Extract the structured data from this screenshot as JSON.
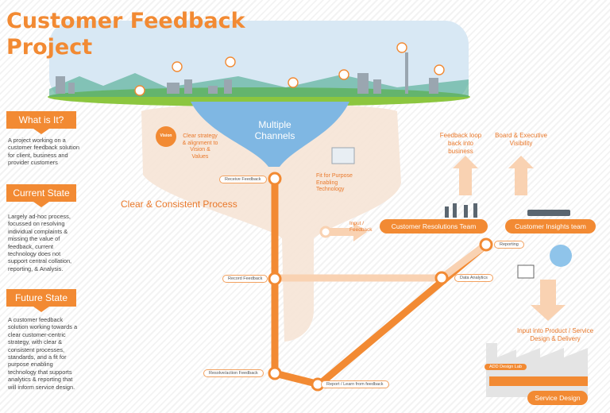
{
  "title": {
    "line1": "Customer Feedback",
    "line2": "Project"
  },
  "left": {
    "what": {
      "heading": "What is It?",
      "text": "A project working on a customer feedback solution for client, business and provider customers"
    },
    "current": {
      "heading": "Current State",
      "text": "Largely ad-hoc process, focussed on resolving individual complaints & missing the value of feedback, current technology does not support central collation, reporting, & Analysis."
    },
    "future": {
      "heading": "Future State",
      "text": "A customer feedback solution working towards a clear customer-centric strategy, with clear & consistent processes, standards, and a fit for purpose enabling technology that supports analytics & reporting that will inform service design."
    }
  },
  "funnel": {
    "multiple_channels": "Multiple Channels",
    "vision_badge": "Vision",
    "vision_text": "Clear strategy & alignment to Vision & Values",
    "fit_text": "Fit for Purpose Enabling Technology",
    "process_heading": "Clear & Consistent Process"
  },
  "steps": {
    "receive": "Receive Feedback",
    "record": "Record Feedback",
    "resolve": "Resolve/action Feedback",
    "report_learn": "Report / Learn from feedback",
    "data_analytics": "Data Analytics",
    "reporting": "Reporting",
    "input_feedback": "Input / Feedback"
  },
  "teams": {
    "resolutions": "Customer Resolutions Team",
    "insights": "Customer Insights team"
  },
  "outputs": {
    "feedback_loop": "Feedback loop back into business",
    "board": "Board & Executive Visibility",
    "product_input": "Input into Product / Service Design & Delivery",
    "service_design": "Service Design",
    "design_lab": "ADD Design Lab"
  },
  "colors": {
    "accent": "#f28a33",
    "pale": "#f9d9bf",
    "funnel": "#f6e4d6",
    "sky": "#cfe3f2",
    "grass": "#8cc63f"
  }
}
